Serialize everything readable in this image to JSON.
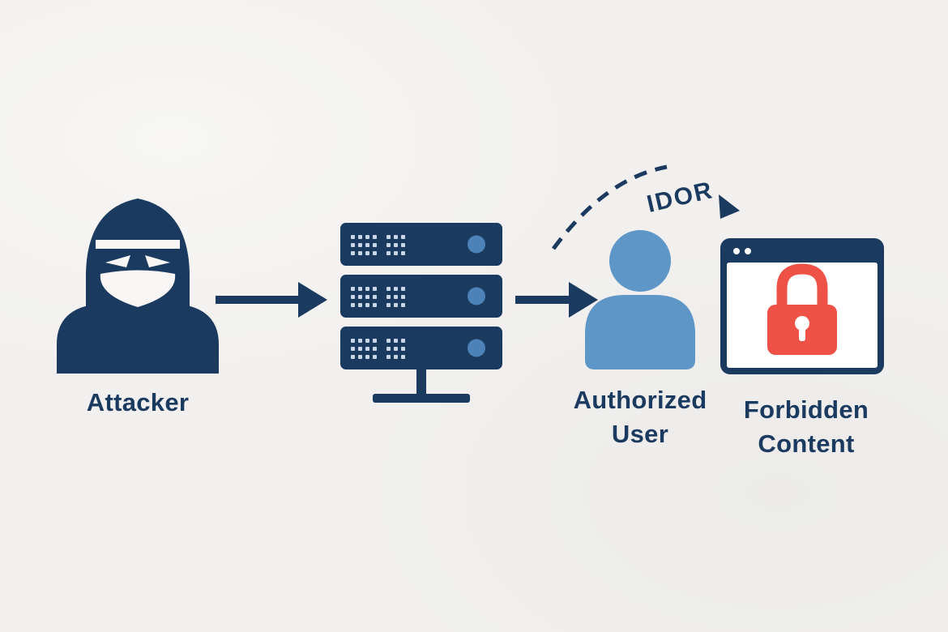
{
  "diagram": {
    "type": "flow-diagram",
    "topic": "IDOR vulnerability flow",
    "colors": {
      "navy": "#1b3a5f",
      "blue": "#5e96c8",
      "steel": "#4d82b8",
      "red": "#ee5246",
      "bg": "#f1f0ee"
    },
    "nodes": [
      {
        "id": "attacker",
        "icon": "attacker-icon",
        "label": "Attacker"
      },
      {
        "id": "server",
        "icon": "server-stack-icon",
        "label": ""
      },
      {
        "id": "authorized-user",
        "icon": "user-icon",
        "label": "Authorized User"
      },
      {
        "id": "forbidden-content",
        "icon": "browser-lock-icon",
        "label": "Forbidden Content"
      }
    ],
    "connectors": [
      {
        "from": "attacker",
        "to": "server",
        "style": "solid-arrow",
        "label": ""
      },
      {
        "from": "server",
        "to": "authorized-user",
        "style": "solid-arrow",
        "label": ""
      },
      {
        "from": "server",
        "to": "forbidden-content",
        "style": "dashed-arc-arrow",
        "label": "IDOR"
      }
    ]
  }
}
